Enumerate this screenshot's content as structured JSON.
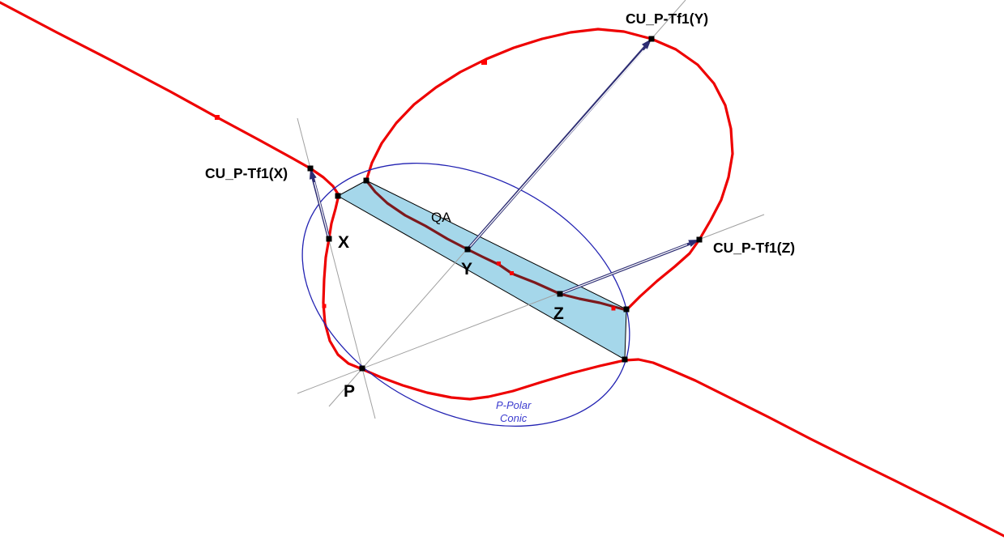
{
  "figure": {
    "type": "geometry-diagram",
    "description": "Cubic curve CU_P with P-Polar conic, inscribed quadrangle QA and transformation vectors Tf1 applied to points X, Y, Z from pivot point P",
    "labels": {
      "tf1_x": "CU_P-Tf1(X)",
      "tf1_y": "CU_P-Tf1(Y)",
      "tf1_z": "CU_P-Tf1(Z)",
      "point_x": "X",
      "point_y": "Y",
      "point_z": "Z",
      "point_p": "P",
      "quadrangle": "QA",
      "conic_label_line1": "P-Polar",
      "conic_label_line2": "Conic"
    },
    "colors": {
      "background": "#FFFFFF",
      "cubic": "#EE0000",
      "cubic_inside_qa": "#7D191D",
      "curve_marker": "#FF0000",
      "conic": "#2222B2",
      "conic_label": "#3C3CCF",
      "qa_fill": "#A5D7EA",
      "qa_border": "#000000",
      "vector": "#2D2D73",
      "construction_line": "#A0A0A0",
      "point": "#000000",
      "label_text": "#000000"
    },
    "vectors": [
      {
        "from": "X",
        "to": "CU_P-Tf1(X)"
      },
      {
        "from": "Y",
        "to": "CU_P-Tf1(Y)"
      },
      {
        "from": "Z",
        "to": "CU_P-Tf1(Z)"
      }
    ],
    "construction_lines": [
      {
        "through": "P, X, CU_P-Tf1(X)"
      },
      {
        "through": "P, Y, CU_P-Tf1(Y)"
      },
      {
        "through": "P, Z, CU_P-Tf1(Z)"
      }
    ]
  }
}
